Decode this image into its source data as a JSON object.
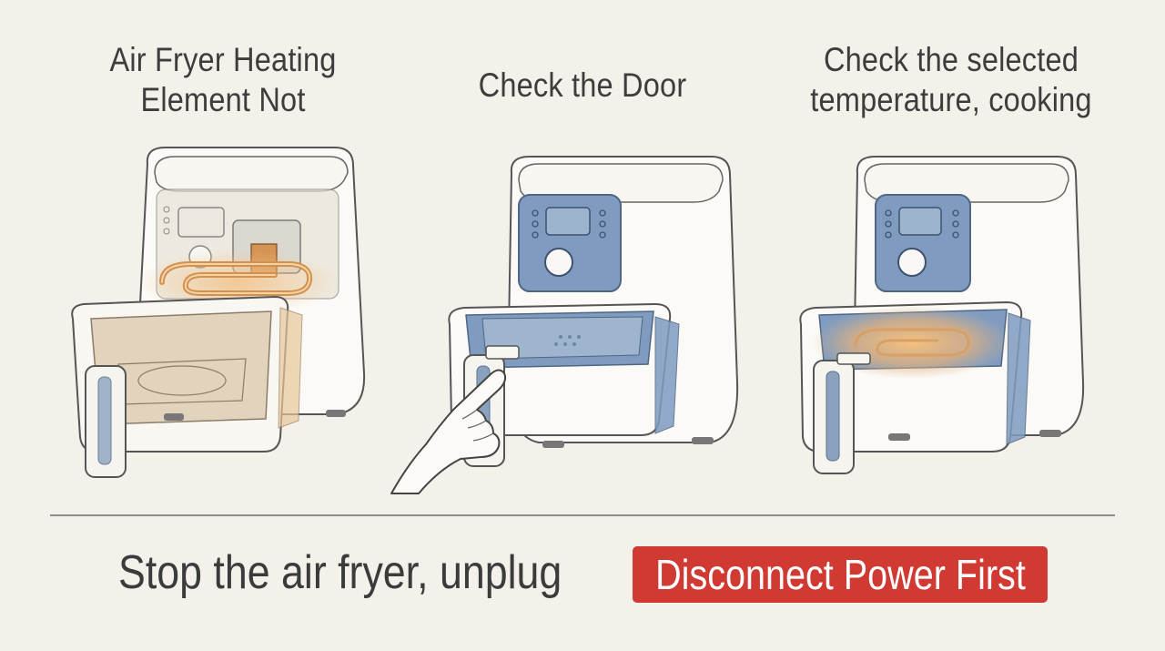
{
  "panels": [
    {
      "title_line1": "Air Fryer Heating",
      "title_line2": "Element Not"
    },
    {
      "title_line1": "Check the Door"
    },
    {
      "title_line1": "Check the selected",
      "title_line2": "temperature, cooking"
    }
  ],
  "footer": {
    "instruction": "Stop the air fryer, unplug",
    "warning": "Disconnect Power First"
  },
  "colors": {
    "background": "#f3f1ea",
    "panel_blue": "#7f9cc0",
    "heating_glow": "#e9a060",
    "warning_red": "#d03a32"
  },
  "icons": [
    "air-fryer-cutaway-icon",
    "air-fryer-door-check-icon",
    "pointing-hand-icon",
    "air-fryer-heating-icon"
  ]
}
